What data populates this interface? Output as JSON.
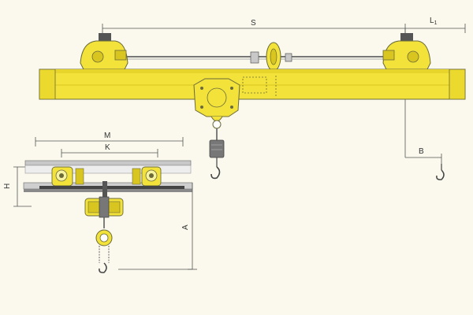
{
  "labels": {
    "S": "S",
    "L1_main": "L",
    "L1_sub": "1",
    "B": "B",
    "M": "M",
    "K": "K",
    "H": "H",
    "A": "A"
  },
  "colors": {
    "background": "#fbf9ee",
    "crane_yellow": "#f2e23a",
    "crane_yellow_dark": "#d9c520",
    "outline": "#6b6b3a",
    "rail_gray": "#9a9a9a",
    "dark_gray": "#555555",
    "dimension_line": "#555555"
  }
}
